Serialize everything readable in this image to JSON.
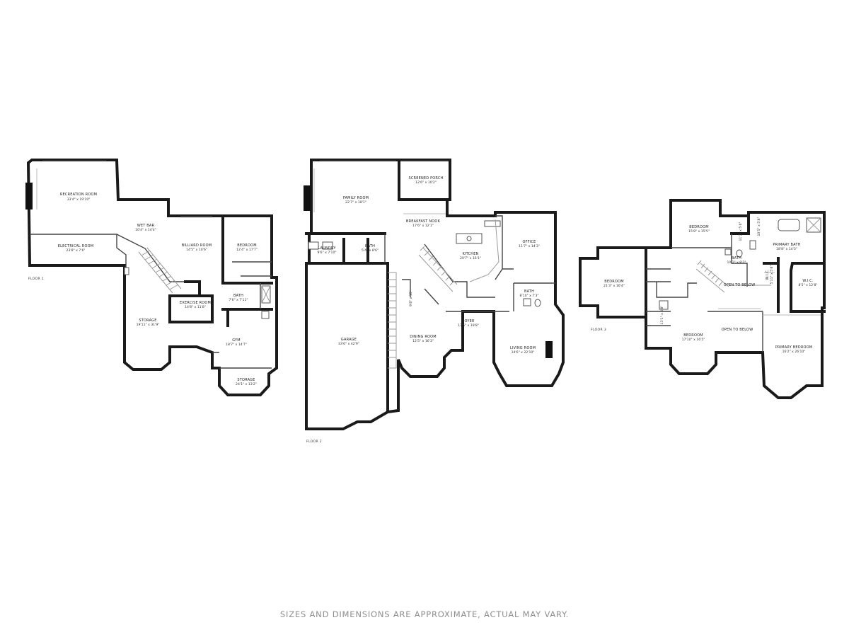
{
  "floors": [
    {
      "label": "FLOOR 1",
      "rooms": [
        {
          "name": "RECREATION ROOM",
          "dims": "33'4\" x 19'10\""
        },
        {
          "name": "WET BAR",
          "dims": "10'4\" x 14'4\""
        },
        {
          "name": "ELECTRICAL ROOM",
          "dims": "23'8\" x 7'6\""
        },
        {
          "name": "BILLIARD ROOM",
          "dims": "14'5\" x 10'6\""
        },
        {
          "name": "BEDROOM",
          "dims": "12'4\" x 17'7\""
        },
        {
          "name": "BATH",
          "dims": "7'6\" x 7'11\""
        },
        {
          "name": "EXERCISE ROOM",
          "dims": "14'8\" x 11'8\""
        },
        {
          "name": "STORAGE",
          "dims": "19'11\" x 31'9\""
        },
        {
          "name": "GYM",
          "dims": "18'7\" x 14'7\""
        },
        {
          "name": "STORAGE",
          "dims": "24'1\" x 13'2\""
        }
      ]
    },
    {
      "label": "FLOOR 2",
      "rooms": [
        {
          "name": "FAMILY ROOM",
          "dims": "22'7\" x 18'1\""
        },
        {
          "name": "SCREENED PORCH",
          "dims": "12'6\" x 10'2\""
        },
        {
          "name": "BREAKFAST NOOK",
          "dims": "17'6\" x 12'1\""
        },
        {
          "name": "LAUNDRY",
          "dims": "9'6\" x 7'10\""
        },
        {
          "name": "BATH",
          "dims": "5'4\" x 8'6\""
        },
        {
          "name": "KITCHEN",
          "dims": "20'7\" x 16'1\""
        },
        {
          "name": "OFFICE",
          "dims": "11'7\" x 14'3\""
        },
        {
          "name": "BATH",
          "dims": "8'10\" x 7'3\""
        },
        {
          "name": "FOYER",
          "dims": "17'5\" x 19'8\""
        },
        {
          "name": "DINING ROOM",
          "dims": "12'5\" x 16'3\""
        },
        {
          "name": "LIVING ROOM",
          "dims": "14'6\" x 22'10\""
        },
        {
          "name": "GARAGE",
          "dims": "33'6\" x 42'9\""
        },
        {
          "name": "",
          "dims": "9'8\" x 15'"
        }
      ]
    },
    {
      "label": "FLOOR 3",
      "rooms": [
        {
          "name": "BEDROOM",
          "dims": "15'8\" x 15'5\""
        },
        {
          "name": "BEDROOM",
          "dims": "21'3\" x 16'4\""
        },
        {
          "name": "BATH",
          "dims": "10'1\" x 8'2\""
        },
        {
          "name": "OPEN TO BELOW",
          "dims": ""
        },
        {
          "name": "PRIMARY BATH",
          "dims": "18'8\" x 14'3\""
        },
        {
          "name": "W.I.C.",
          "dims": "8'5\" x 12'8\""
        },
        {
          "name": "BEDROOM",
          "dims": "17'10\" x 16'5\""
        },
        {
          "name": "OPEN TO BELOW",
          "dims": ""
        },
        {
          "name": "PRIMARY BEDROOM",
          "dims": "16'2\" x 26'10\""
        },
        {
          "name": "W.I.C.",
          "dims": "5'11\" x 5'8\""
        },
        {
          "name": "",
          "dims": "11'2\" x 5'6\""
        },
        {
          "name": "",
          "dims": "10'5\" x 5'8\""
        },
        {
          "name": "",
          "dims": "13'1\" x 4'8\""
        }
      ]
    }
  ],
  "disclaimer": "SIZES AND DIMENSIONS ARE APPROXIMATE, ACTUAL MAY VARY."
}
